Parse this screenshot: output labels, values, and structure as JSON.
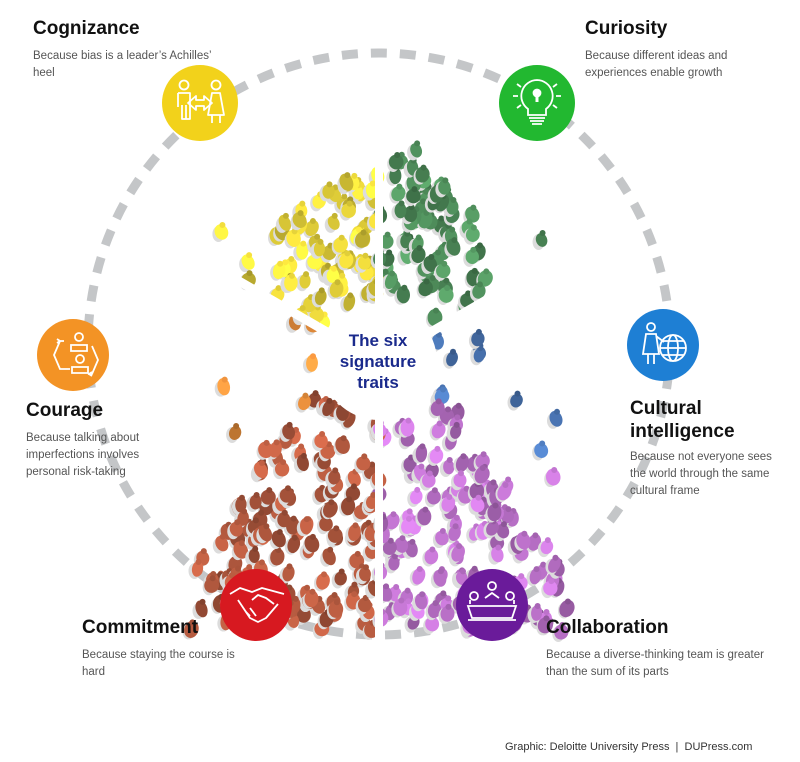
{
  "center": {
    "title": "The six signature traits"
  },
  "center_lines": [
    "The six",
    "signature",
    "traits"
  ],
  "traits": [
    {
      "id": "cognizance",
      "name": "Cognizance",
      "description": "Because bias is a leader’s Achilles’ heel",
      "icon": "people-exchange-icon",
      "color": "#f2d21b",
      "crowd_color": "#e6d33a"
    },
    {
      "id": "curiosity",
      "name": "Curiosity",
      "description": "Because different ideas and experiences enable growth",
      "icon": "lightbulb-keyhole-icon",
      "color": "#22b830",
      "crowd_color": "#4e8c5a"
    },
    {
      "id": "courage",
      "name": "Courage",
      "description": "Because talking about imperfections involves personal risk-taking",
      "icon": "swap-people-icon",
      "color": "#f39325",
      "crowd_color": "#e08a3a"
    },
    {
      "id": "cultural_intelligence",
      "name": "Cultural intelligence",
      "description": "Because not everyone sees the world through the same cultural frame",
      "icon": "person-globe-icon",
      "color": "#1e7fd4",
      "crowd_color": "#4c78b8"
    },
    {
      "id": "commitment",
      "name": "Commitment",
      "description": "Because staying the course is hard",
      "icon": "handshake-icon",
      "color": "#d71920",
      "crowd_color": "#b0583e"
    },
    {
      "id": "collaboration",
      "name": "Collaboration",
      "description": "Because a diverse-thinking team is greater than the sum of its parts",
      "icon": "team-table-icon",
      "color": "#6a1b9a",
      "crowd_color": "#b86fc6"
    }
  ],
  "footer": {
    "credit": "Graphic: Deloitte University Press  |  DUPress.com"
  },
  "colors": {
    "ring": "#c4c6c8",
    "center_text": "#1a2a8c"
  }
}
